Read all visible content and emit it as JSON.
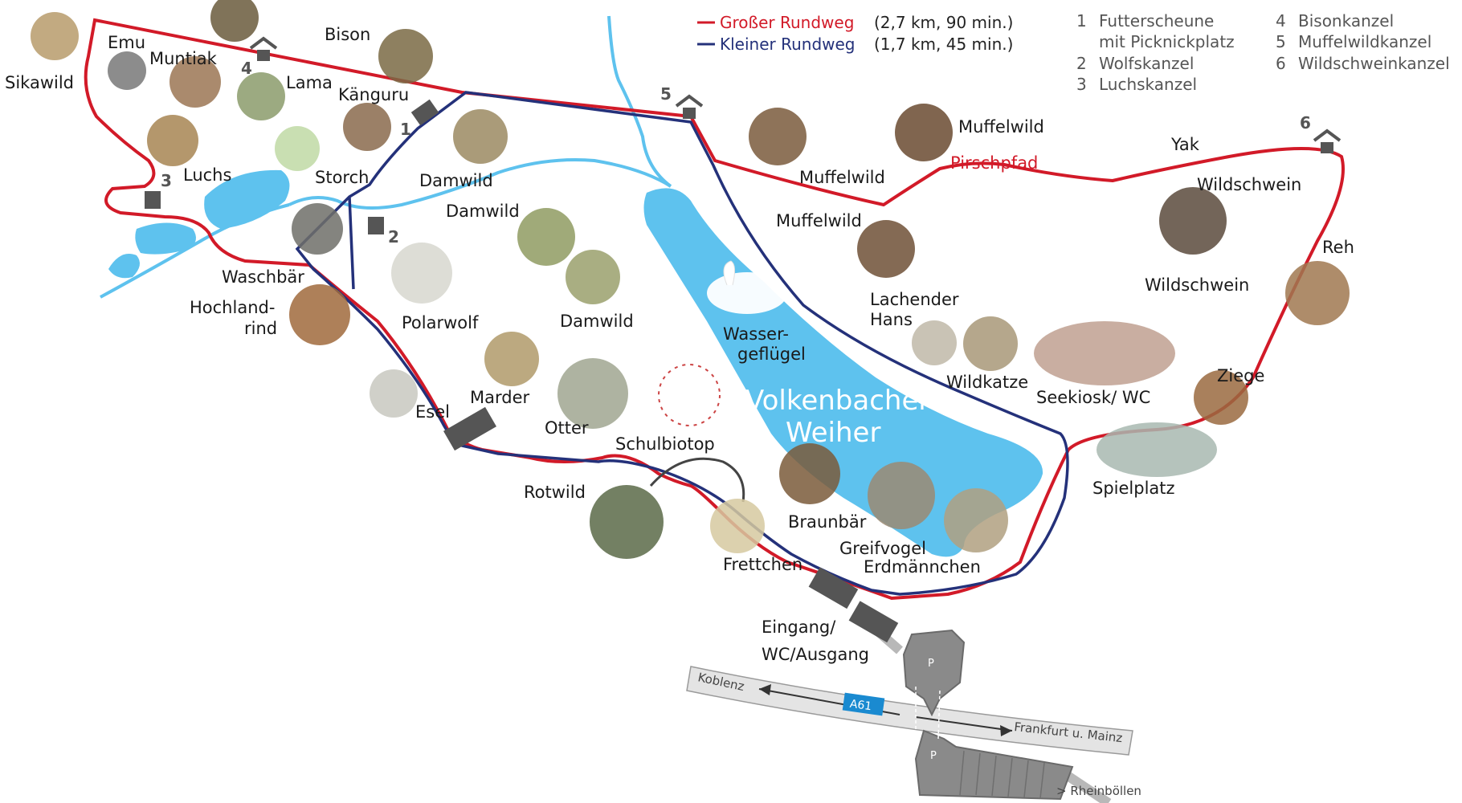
{
  "legend": {
    "big_route": "Großer Rundweg",
    "big_route_detail": "(2,7 km, 90 min.)",
    "small_route": "Kleiner Rundweg",
    "small_route_detail": "(1,7 km, 45 min.)",
    "pois": [
      {
        "num": "1",
        "line1": "Futterscheune",
        "line2": "mit Picknickplatz"
      },
      {
        "num": "2",
        "line1": "Wolfskanzel"
      },
      {
        "num": "3",
        "line1": "Luchskanzel"
      },
      {
        "num": "4",
        "line1": "Bisonkanzel"
      },
      {
        "num": "5",
        "line1": "Muffelwildkanzel"
      },
      {
        "num": "6",
        "line1": "Wildschweinkanzel"
      }
    ]
  },
  "colors": {
    "big_route": "#d21a28",
    "small_route": "#24317a",
    "water": "#5ec2ee",
    "building": "#555555",
    "road": "#dcdcdc"
  },
  "lake": {
    "line1": "Volkenbacher",
    "line2": "Weiher"
  },
  "animals": {
    "sikawild": "Sikawild",
    "emu": "Emu",
    "muntiak": "Muntiak",
    "bison": "Bison",
    "lama": "Lama",
    "kaenguru": "Känguru",
    "luchs": "Luchs",
    "storch": "Storch",
    "damwild1": "Damwild",
    "damwild2": "Damwild",
    "damwild3": "Damwild",
    "waschbaer": "Waschbär",
    "hochland1": "Hochland-",
    "hochland2": "rind",
    "polarwolf": "Polarwolf",
    "esel": "Esel",
    "marder": "Marder",
    "otter": "Otter",
    "schulbiotop": "Schulbiotop",
    "rotwild": "Rotwild",
    "frettchen": "Frettchen",
    "braunbaer": "Braunbär",
    "greifvogel": "Greifvogel",
    "erdmaennchen": "Erdmännchen",
    "wasser1": "Wasser-",
    "wasser2": "geflügel",
    "muffelwild1": "Muffelwild",
    "muffelwild2": "Muffelwild",
    "muffelwild3": "Muffelwild",
    "pirschpfad": "Pirschpfad",
    "yak": "Yak",
    "wildschwein1": "Wildschwein",
    "wildschwein2": "Wildschwein",
    "reh": "Reh",
    "lachender1": "Lachender",
    "lachender2": "Hans",
    "wildkatze": "Wildkatze",
    "seekiosk": "Seekiosk/ WC",
    "ziege": "Ziege",
    "spielplatz": "Spielplatz"
  },
  "entrance": {
    "line1": "Eingang/",
    "line2": "WC/Ausgang"
  },
  "roads": {
    "koblenz": "Koblenz",
    "a61": "A61",
    "frankfurt": "Frankfurt u. Mainz",
    "rheinboellen": "> Rheinböllen",
    "parking": "P"
  },
  "poi_markers": [
    "1",
    "2",
    "3",
    "4",
    "5",
    "6"
  ]
}
